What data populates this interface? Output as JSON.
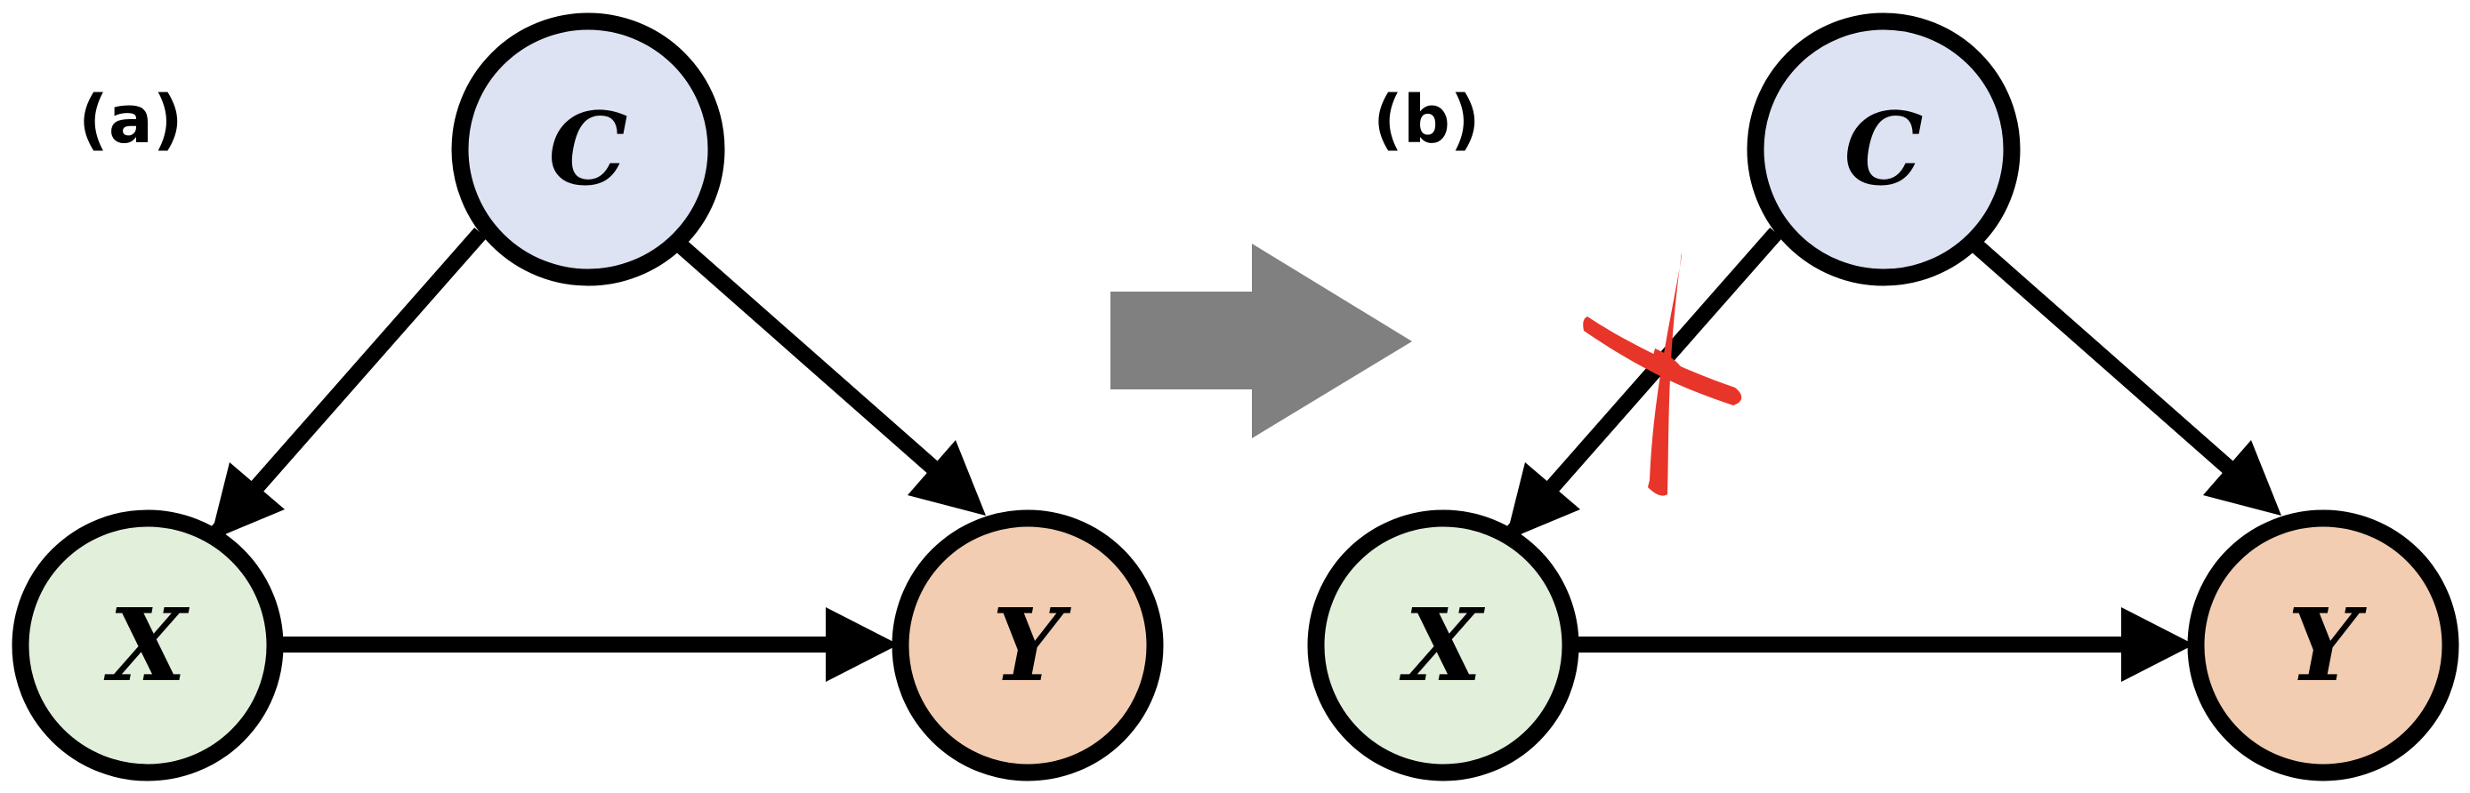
{
  "panels": [
    {
      "label": "(a)",
      "nodes": {
        "c": "C",
        "x": "X",
        "y": "Y"
      }
    },
    {
      "label": "(b)",
      "nodes": {
        "c": "C",
        "x": "X",
        "y": "Y"
      }
    }
  ],
  "colors": {
    "node_c_fill": "#dde3f2",
    "node_x_fill": "#e2efdb",
    "node_y_fill": "#f2cdb1",
    "stroke": "#000000",
    "transition_arrow": "#808080",
    "cut_mark": "#e8352a"
  },
  "icons": {
    "transition": "right-arrow-icon",
    "cut": "cross-mark-icon"
  }
}
